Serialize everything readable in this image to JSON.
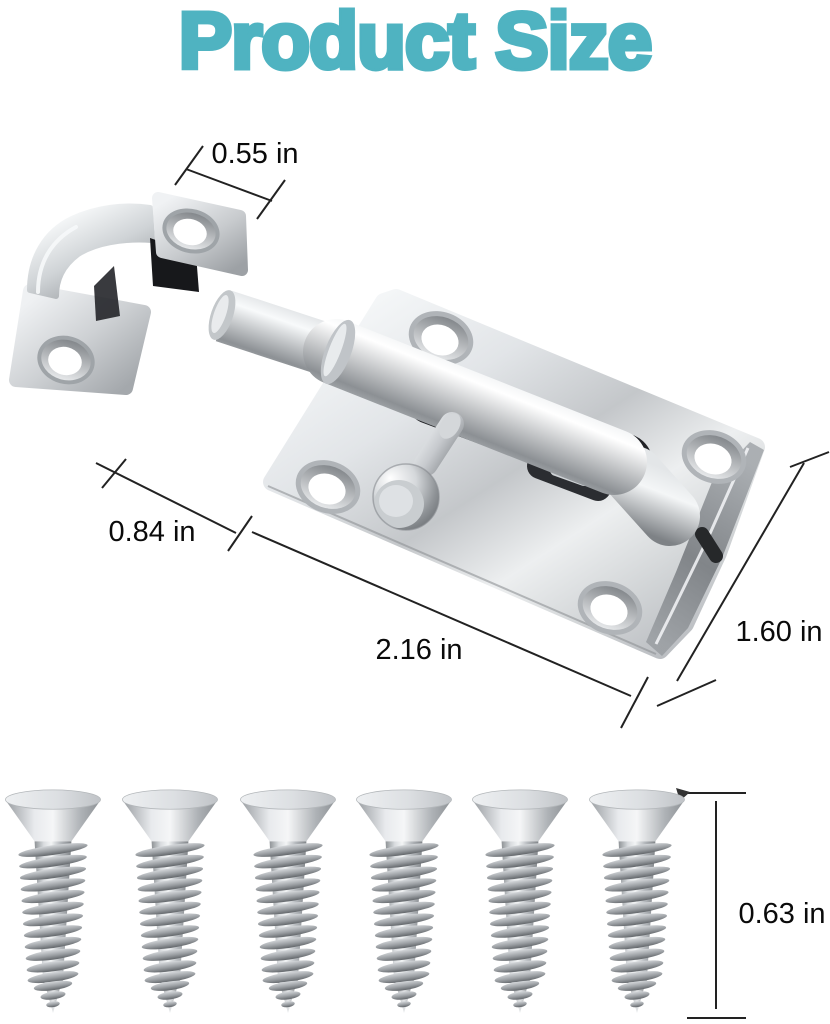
{
  "title": "Product Size",
  "colors": {
    "accent_teal": "#4fb3c1",
    "dimension_line": "#222222",
    "metal_light": "#f2f4f5",
    "metal_dark": "#84888c"
  },
  "dimensions": {
    "keeper_width": "0.55 in",
    "keeper_plate_length": "0.84 in",
    "plate_length": "2.16 in",
    "plate_width": "1.60 in",
    "screw_length": "0.63 in"
  },
  "hardware": {
    "screw_count": 6
  }
}
